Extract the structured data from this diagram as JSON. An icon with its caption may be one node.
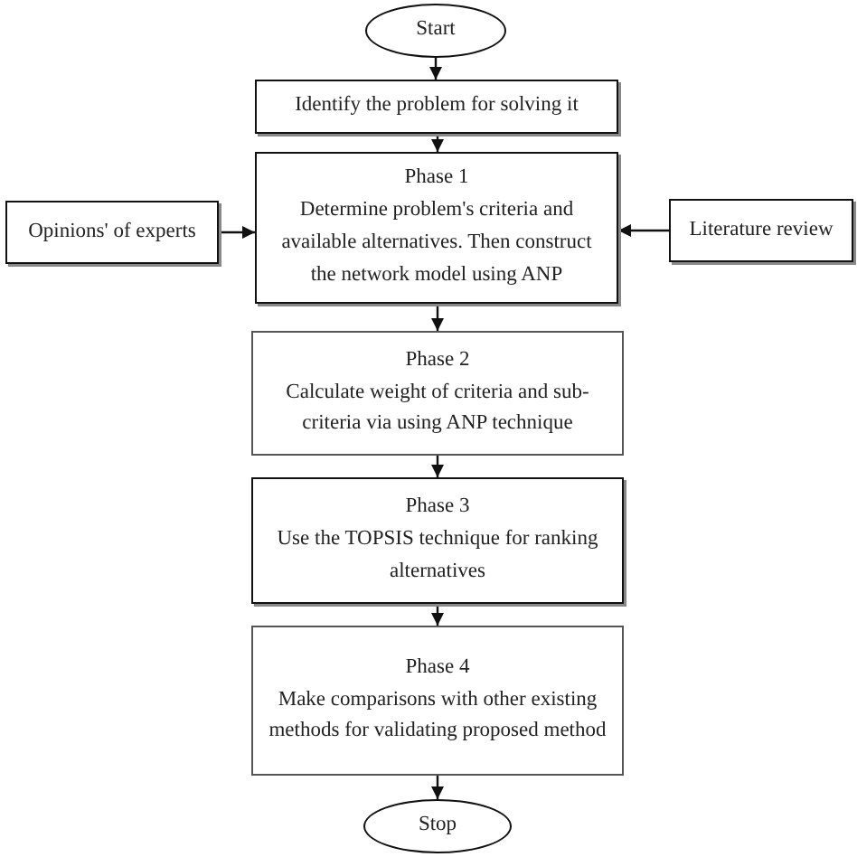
{
  "diagram": {
    "nodes": [
      {
        "text": [
          "Start"
        ]
      },
      {
        "text": [
          "Identify the problem for solving it"
        ]
      },
      {
        "text": [
          "Phase 1",
          "Determine problem's criteria and available alternatives. Then construct the network model using ANP"
        ]
      },
      {
        "text": [
          "Opinions' of experts"
        ]
      },
      {
        "text": [
          "Literature review"
        ]
      },
      {
        "text": [
          "Phase 2",
          "Calculate weight of criteria and sub-criteria via using ANP technique"
        ]
      },
      {
        "text": [
          "Phase 3",
          "Use the TOPSIS technique for ranking alternatives"
        ]
      },
      {
        "text": [
          "Phase 4",
          "Make comparisons with other existing methods for validating proposed method"
        ]
      },
      {
        "text": [
          "Stop"
        ]
      }
    ],
    "edges": [
      {
        "from": 0,
        "to": 1,
        "arrow": "to"
      },
      {
        "from": 1,
        "to": 2,
        "arrow": "to"
      },
      {
        "from": 3,
        "to": 2,
        "arrow": "to"
      },
      {
        "from": 4,
        "to": 2,
        "arrow": "to"
      },
      {
        "from": 2,
        "to": 5,
        "arrow": "to"
      },
      {
        "from": 5,
        "to": 6,
        "arrow": "to"
      },
      {
        "from": 6,
        "to": 7,
        "arrow": "to"
      },
      {
        "from": 7,
        "to": 8,
        "arrow": "to"
      }
    ]
  }
}
